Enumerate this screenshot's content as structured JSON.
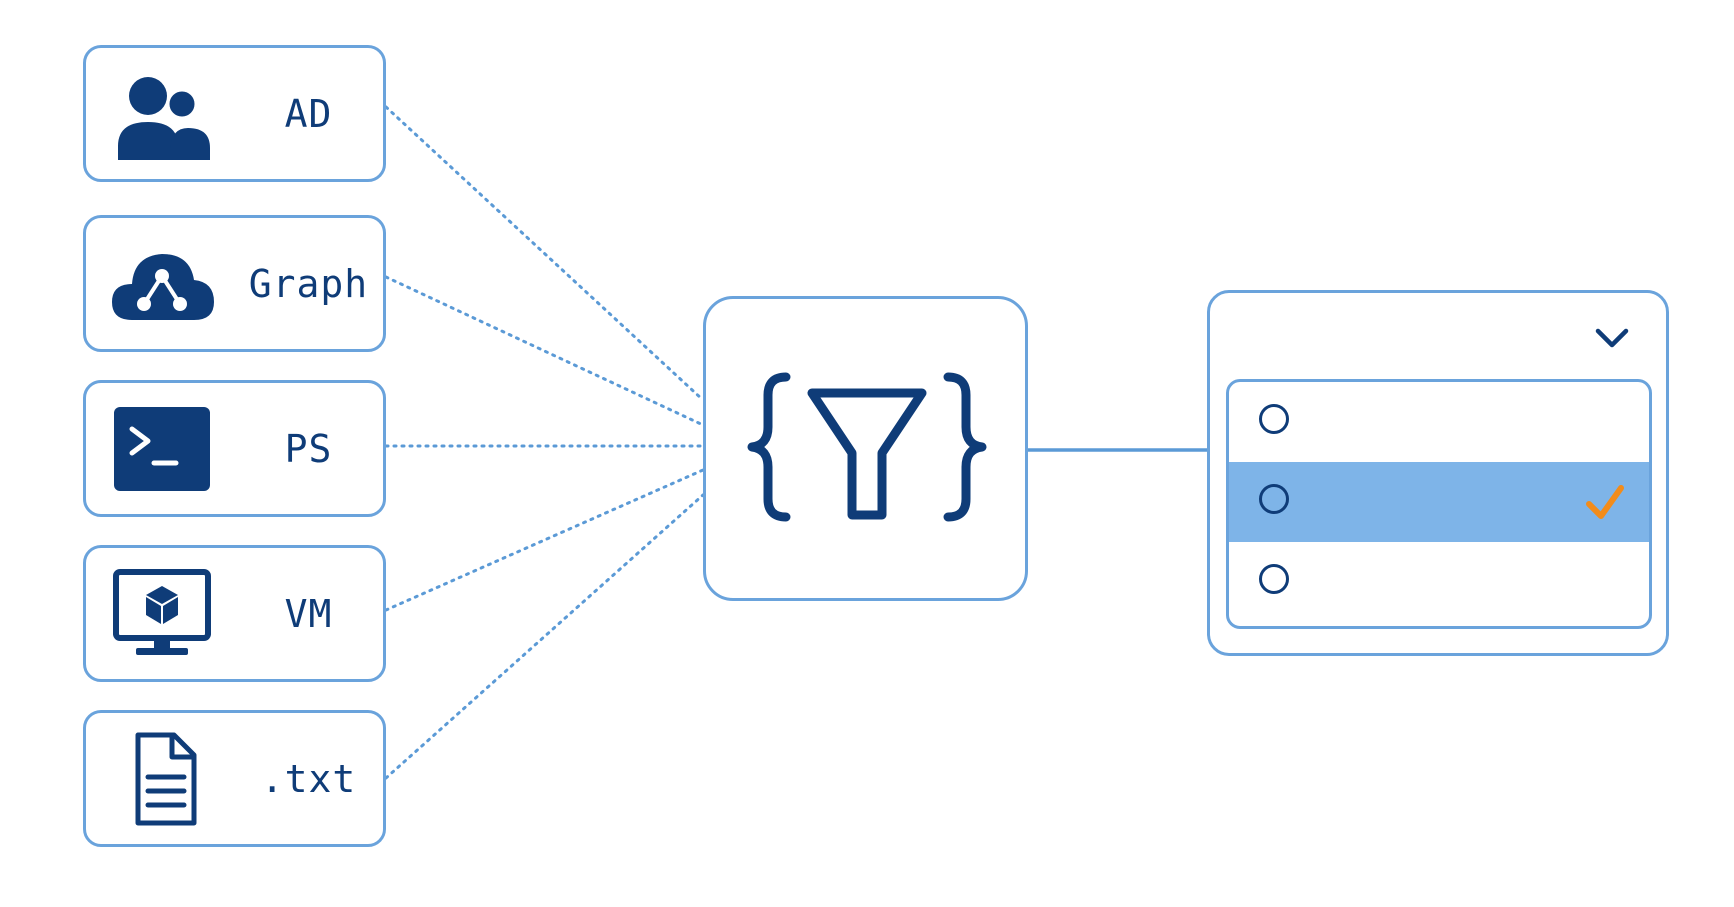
{
  "sources": [
    {
      "id": "ad",
      "label": "AD",
      "icon": "users-icon"
    },
    {
      "id": "graph",
      "label": "Graph",
      "icon": "cloud-graph-icon"
    },
    {
      "id": "ps",
      "label": "PS",
      "icon": "terminal-icon"
    },
    {
      "id": "vm",
      "label": "VM",
      "icon": "monitor-cube-icon"
    },
    {
      "id": "txt",
      "label": ".txt",
      "icon": "document-icon"
    }
  ],
  "filter": {
    "icon": "braces-funnel-icon"
  },
  "dropdown": {
    "chevron_icon": "chevron-down-icon",
    "options": [
      {
        "selected": false
      },
      {
        "selected": true,
        "check_icon": "checkmark-icon"
      },
      {
        "selected": false
      }
    ]
  },
  "colors": {
    "border": "#6aa3dc",
    "icon": "#0f3c78",
    "connector": "#5b9ad6",
    "selected_row": "#7eb4e8",
    "check": "#f28c1b"
  }
}
